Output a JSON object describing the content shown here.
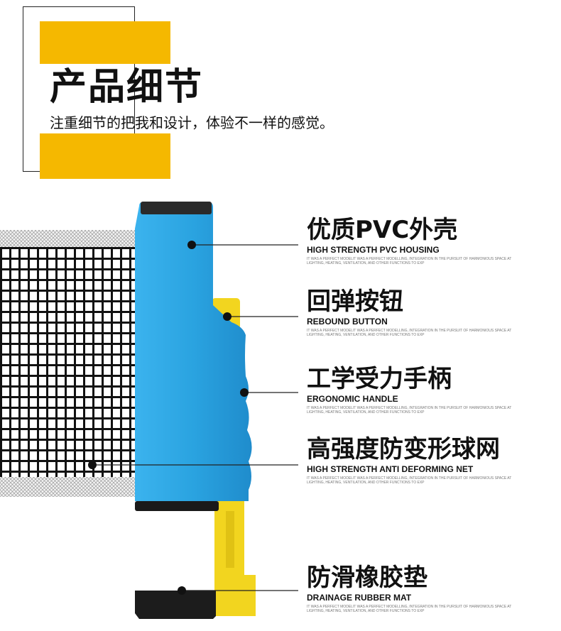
{
  "header": {
    "title": "产品细节",
    "subtitle": "注重细节的把我和设计，体验不一样的感觉。",
    "accent_color": "#f5b800"
  },
  "features": [
    {
      "title_cn": "优质PVC外壳",
      "title_en": "HIGH STRENGTH PVC HOUSING",
      "desc": "IT WAS A PERFECT MODELIT WAS A PERFECT MODELLING, INTEGRATION IN THE PURSUIT OF HARMONIOUS SPACE AT LIGHTING, HEATING, VENTILATION, AND OTHER FUNCTIONS TO EXP"
    },
    {
      "title_cn": "回弹按钮",
      "title_en": "REBOUND BUTTON",
      "desc": "IT WAS A PERFECT MODELIT WAS A PERFECT MODELLING, INTEGRATION IN THE PURSUIT OF HARMONIOUS SPACE AT LIGHTING, HEATING, VENTILATION, AND OTHER FUNCTIONS TO EXP"
    },
    {
      "title_cn": "工学受力手柄",
      "title_en": "ERGONOMIC HANDLE",
      "desc": "IT WAS A PERFECT MODELIT WAS A PERFECT MODELLING, INTEGRATION IN THE PURSUIT OF HARMONIOUS SPACE AT LIGHTING, HEATING, VENTILATION, AND OTHER FUNCTIONS TO EXP"
    },
    {
      "title_cn": "高强度防变形球网",
      "title_en": "HIGH STRENGTH ANTI DEFORMING NET",
      "desc": "IT WAS A PERFECT MODELIT WAS A PERFECT MODELLING, INTEGRATION IN THE PURSUIT OF HARMONIOUS SPACE AT LIGHTING, HEATING, VENTILATION, AND OTHER FUNCTIONS TO EXP"
    },
    {
      "title_cn": "防滑橡胶垫",
      "title_en": "DRAINAGE RUBBER MAT",
      "desc": "IT WAS A PERFECT MODELIT WAS A PERFECT MODELLING, INTEGRATION IN THE PURSUIT OF HARMONIOUS SPACE AT LIGHTING, HEATING, VENTILATION, AND OTHER FUNCTIONS TO EXP"
    }
  ],
  "colors": {
    "housing": "#2aa3e0",
    "clamp": "#f2d51f",
    "rubber": "#1a1a1a",
    "net": "#111111"
  }
}
